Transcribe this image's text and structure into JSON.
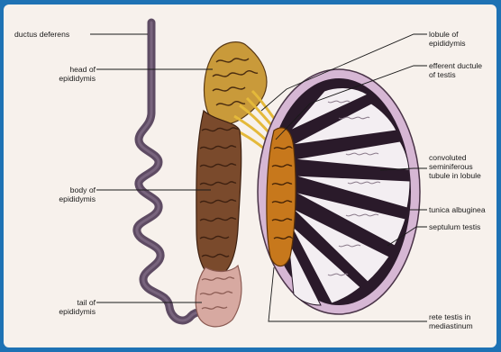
{
  "labels": {
    "ductus_deferens": "ductus deferens",
    "head_of_epididymis": "head of\nepididymis",
    "body_of_epididymis": "body of\nepididymis",
    "tail_of_epididymis": "tail of\nepididymis",
    "lobule_of_epididymis": "lobule of\nepididymis",
    "efferent_ductule": "efferent ductule\nof testis",
    "convoluted_tubule": "convoluted\nseminiferous\ntubule in lobule",
    "tunica_albuginea": "tunica albuginea",
    "septulum_testis": "septulum testis",
    "rete_testis": "rete testis in\nmediastinum"
  },
  "colors": {
    "frame": "#1e72b4",
    "background": "#f7f1ec",
    "ductus": "#5e4b63",
    "epididymis_head": "#c99a3a",
    "epididymis_body": "#7a4a2c",
    "epididymis_tail": "#d7a9a1",
    "tunica": "#d6b7d4",
    "lobule": "#2a1a2a",
    "rete": "#c7781c"
  }
}
